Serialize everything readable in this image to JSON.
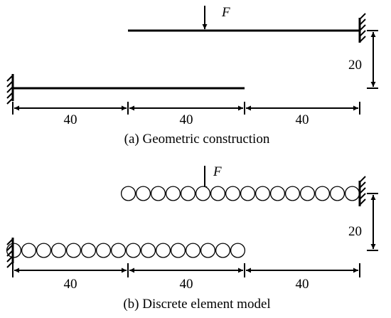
{
  "panel_a": {
    "force_label": "F",
    "dims": {
      "seg1": "40",
      "seg2": "40",
      "seg3": "40",
      "gap": "20"
    },
    "caption": "(a) Geometric construction"
  },
  "panel_b": {
    "force_label": "F",
    "dims": {
      "seg1": "40",
      "seg2": "40",
      "seg3": "40",
      "gap": "20"
    },
    "caption": "(b) Discrete element model",
    "upper_particle_count": 16,
    "lower_particle_count": 16
  }
}
